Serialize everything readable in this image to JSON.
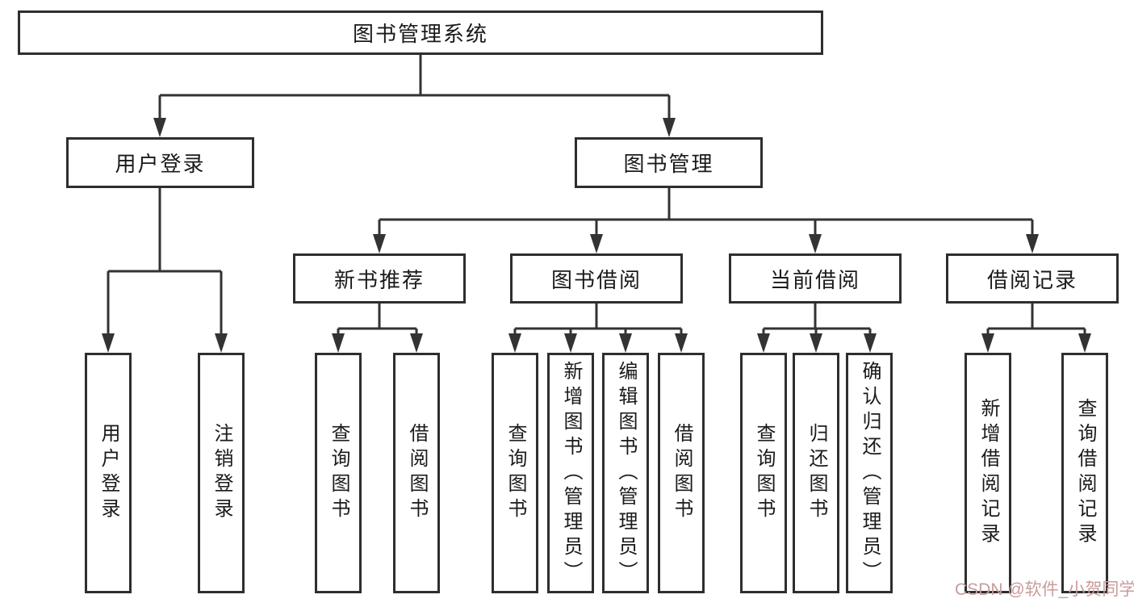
{
  "colors": {
    "line": "#333333",
    "boxborder": "#2e2e2e",
    "watermark": "#c89c9c"
  },
  "watermark": {
    "text": "CSDN @软件_小贺同学"
  },
  "tree": {
    "label": "图书管理系统",
    "children": [
      {
        "label": "用户登录",
        "children": [
          {
            "label": "用户登录"
          },
          {
            "label": "注销登录"
          }
        ]
      },
      {
        "label": "图书管理",
        "children": [
          {
            "label": "新书推荐",
            "children": [
              {
                "label": "查询图书"
              },
              {
                "label": "借阅图书"
              }
            ]
          },
          {
            "label": "图书借阅",
            "children": [
              {
                "label": "查询图书"
              },
              {
                "label": "新增图书（管理员）"
              },
              {
                "label": "编辑图书（管理员）"
              },
              {
                "label": "借阅图书"
              }
            ]
          },
          {
            "label": "当前借阅",
            "children": [
              {
                "label": "查询图书"
              },
              {
                "label": "归还图书"
              },
              {
                "label": "确认归还（管理员）"
              }
            ]
          },
          {
            "label": "借阅记录",
            "children": [
              {
                "label": "新增借阅记录"
              },
              {
                "label": "查询借阅记录"
              }
            ]
          }
        ]
      }
    ]
  }
}
